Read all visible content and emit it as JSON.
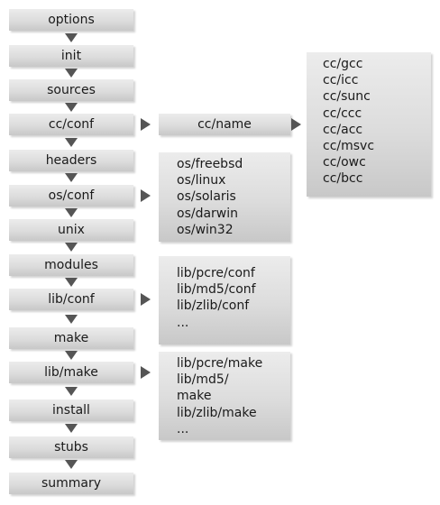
{
  "steps": [
    "options",
    "init",
    "sources",
    "cc/conf",
    "headers",
    "os/conf",
    "unix",
    "modules",
    "lib/conf",
    "make",
    "lib/make",
    "install",
    "stubs",
    "summary"
  ],
  "cc_name": "cc/name",
  "compilers": [
    "cc/gcc",
    "cc/icc",
    "cc/sunc",
    "cc/ccc",
    "cc/acc",
    "cc/msvc",
    "cc/owc",
    "cc/bcc"
  ],
  "os_list": [
    "os/freebsd",
    "os/linux",
    "os/solaris",
    "os/darwin",
    "os/win32"
  ],
  "lib_conf_list": [
    "lib/pcre/conf",
    "lib/md5/conf",
    "lib/zlib/conf",
    "..."
  ],
  "lib_make_list": [
    "lib/pcre/make",
    "lib/md5/",
    "make",
    "lib/zlib/make",
    "..."
  ],
  "colors": {
    "arrow": "#555555",
    "box_top": "#ececec",
    "box_bottom": "#c8c8c8"
  }
}
